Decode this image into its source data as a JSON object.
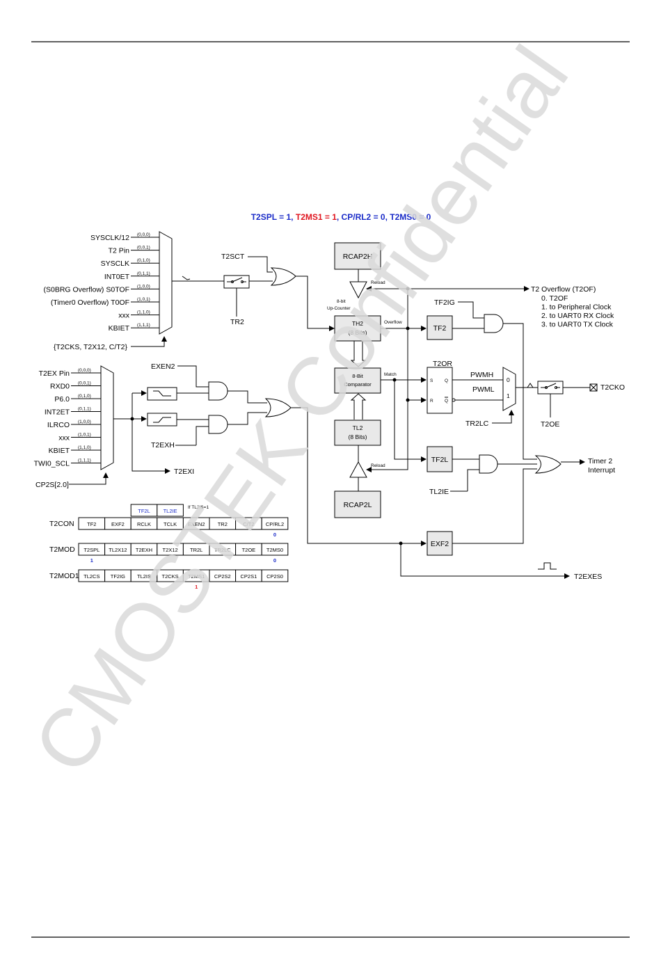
{
  "title": {
    "part1": "T2SPL = 1, ",
    "part2": "T2MS1 = 1",
    "part3": ", CP/RL2 = 0, T2MS0 = 0",
    "color_blue": "#1a2bc8",
    "color_red": "#e0141e"
  },
  "watermark": "CMOSTEK Confidential",
  "clock_mux": {
    "inputs": [
      {
        "name": "SYSCLK/12",
        "code": "(0,0,0)"
      },
      {
        "name": "T2 Pin",
        "code": "(0,0,1)"
      },
      {
        "name": "SYSCLK",
        "code": "(0,1,0)"
      },
      {
        "name": "INT0ET",
        "code": "(0,1,1)"
      },
      {
        "name": "(S0BRG Overflow) S0TOF",
        "code": "(1,0,0)"
      },
      {
        "name": "(Timer0 Overflow) T0OF",
        "code": "(1,0,1)"
      },
      {
        "name": "xxx",
        "code": "(1,1,0)"
      },
      {
        "name": "KBIET",
        "code": "(1,1,1)"
      }
    ],
    "select": "{T2CKS, T2X12, C/T2}"
  },
  "ext_mux": {
    "inputs": [
      {
        "name": "T2EX Pin",
        "code": "(0,0,0)"
      },
      {
        "name": "RXD0",
        "code": "(0,0,1)"
      },
      {
        "name": "P6.0",
        "code": "(0,1,0)"
      },
      {
        "name": "INT2ET",
        "code": "(0,1,1)"
      },
      {
        "name": "ILRCO",
        "code": "(1,0,0)"
      },
      {
        "name": "xxx",
        "code": "(1,0,1)"
      },
      {
        "name": "KBIET",
        "code": "(1,1,0)"
      },
      {
        "name": "TWI0_SCL",
        "code": "(1,1,1)"
      }
    ],
    "select": "CP2S[2.0]"
  },
  "signals": {
    "t2sct": "T2SCT",
    "tr2": "TR2",
    "exen2": "EXEN2",
    "t2exh": "T2EXH",
    "t2exi": "T2EXI",
    "tf2ig": "TF2IG",
    "t2or": "T2OR",
    "pwmh": "PWMH",
    "pwml": "PWML",
    "tr2lc": "TR2LC",
    "t2oe": "T2OE",
    "t2cko": "T2CKO",
    "tl2ie": "TL2IE",
    "timer2_int_l1": "Timer 2",
    "timer2_int_l2": "Interrupt",
    "t2exes": "T2EXES",
    "reload": "Reload",
    "overflow": "Overflow",
    "match": "Match",
    "up_counter_l1": "8-bit",
    "up_counter_l2": "Up-Counter",
    "s": "S",
    "r": "R",
    "q": "Q",
    "mux0": "0",
    "mux1": "1"
  },
  "blocks": {
    "rcap2h": "RCAP2H",
    "th2_l1": "TH2",
    "th2_l2": "(8 Bits)",
    "comp_l1": "8-Bit",
    "comp_l2": "Comparator",
    "tl2_l1": "TL2",
    "tl2_l2": "(8 Bits)",
    "rcap2l": "RCAP2L",
    "tf2": "TF2",
    "tf2l": "TF2L",
    "exf2": "EXF2"
  },
  "t2of": {
    "title": "T2 Overflow (T2OF)",
    "items": [
      "0. T2OF",
      "1. to Peripheral Clock",
      "2. to UART0 RX Clock",
      "3. to UART0 TX Clock"
    ]
  },
  "registers": {
    "overlay": [
      "TF2L",
      "TL2IE"
    ],
    "overlay_note": "If TL2IS=1",
    "overlay_color": "#1a2bc8",
    "rows": [
      {
        "name": "T2CON",
        "bits": [
          "TF2",
          "EXF2",
          "RCLK",
          "TCLK",
          "EXEN2",
          "TR2",
          "C/T2",
          "CP/RL2"
        ],
        "values": [
          "",
          "",
          "",
          "",
          "",
          "",
          "",
          "0"
        ]
      },
      {
        "name": "T2MOD",
        "bits": [
          "T2SPL",
          "TL2X12",
          "T2EXH",
          "T2X12",
          "TR2L",
          "TR2LC",
          "T2OE",
          "T2MS0"
        ],
        "values": [
          "1",
          "",
          "",
          "",
          "",
          "",
          "",
          "0"
        ]
      },
      {
        "name": "T2MOD1",
        "bits": [
          "TL2CS",
          "TF2IG",
          "TL2IS",
          "T2CKS",
          "T2MS1",
          "CP2S2",
          "CP2S1",
          "CP2S0"
        ],
        "values": [
          "",
          "",
          "",
          "",
          "1",
          "",
          "",
          ""
        ]
      }
    ]
  }
}
